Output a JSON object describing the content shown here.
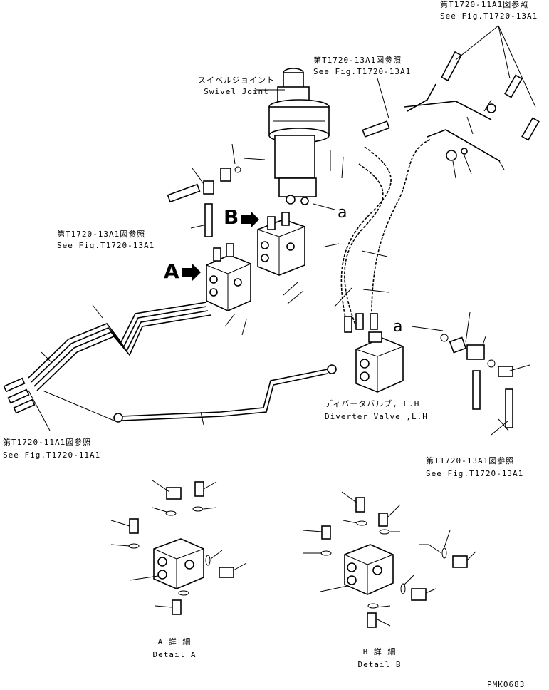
{
  "refs": {
    "top_right": {
      "jp": "第T1720-11A1図参照",
      "en": "See Fig.T1720-13A1"
    },
    "top_center": {
      "jp": "第T1720-13A1図参照",
      "en": "See Fig.T1720-13A1"
    },
    "left_mid": {
      "jp": "第T1720-13A1図参照",
      "en": "See Fig.T1720-13A1"
    },
    "left_bottom": {
      "jp": "第T1720-11A1図参照",
      "en": "See Fig.T1720-11A1"
    },
    "right_bottom": {
      "jp": "第T1720-13A1図参照",
      "en": "See Fig.T1720-13A1"
    }
  },
  "swivel_joint": {
    "jp": "スイベルジョイント",
    "en": "Swivel Joint"
  },
  "diverter_valve": {
    "jp": "ディバータバルブ, L.H",
    "en": "Diverter Valve ,L.H"
  },
  "markers": {
    "a1": "a",
    "a2": "a",
    "A": "A",
    "B": "B"
  },
  "detail_a": {
    "jp": "A 詳 細",
    "en": "Detail A"
  },
  "detail_b": {
    "jp": "B 詳 細",
    "en": "Detail B"
  },
  "drawing_code": "PMK0683"
}
